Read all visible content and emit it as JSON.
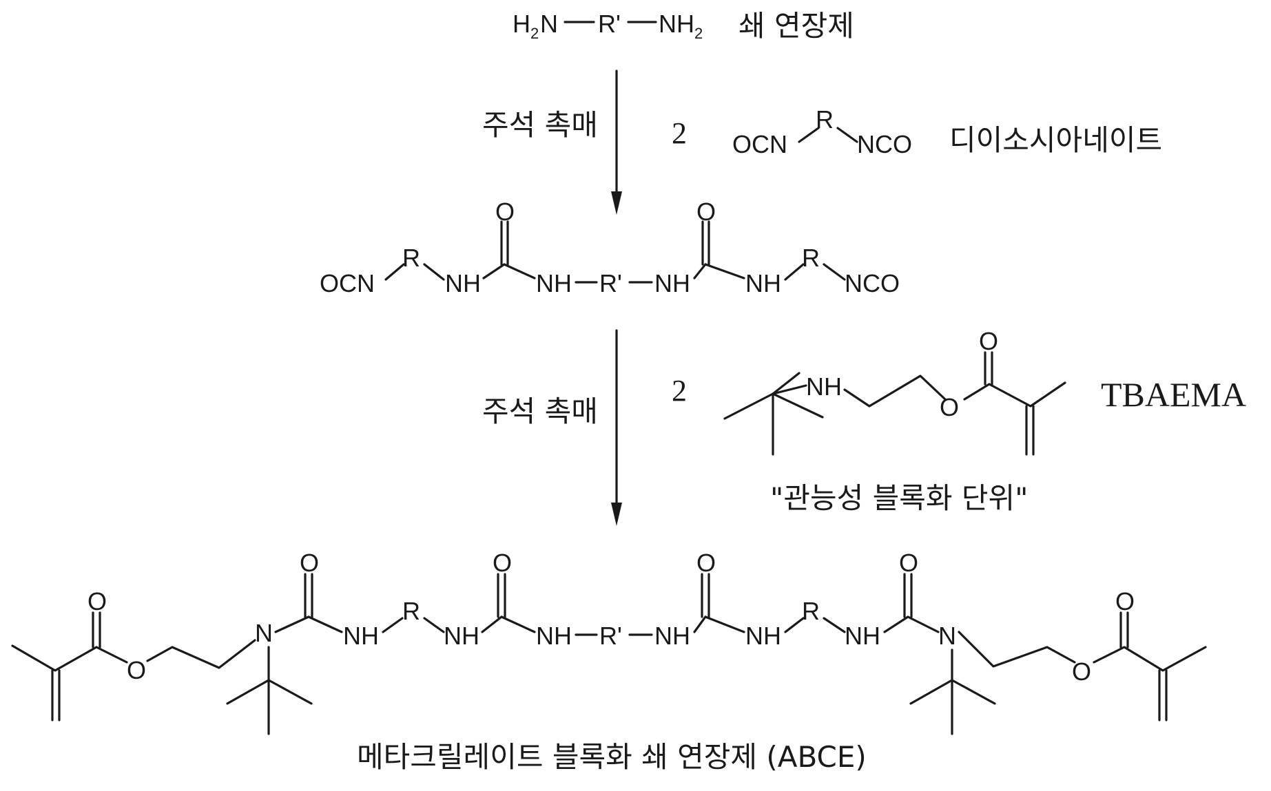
{
  "labels": {
    "chain_extender": "쇄 연장제",
    "catalyst_1": "주석 촉매",
    "catalyst_2": "주석 촉매",
    "diisocyanate": "디이소시아네이트",
    "stoich_1": "2",
    "stoich_2": "2",
    "tbaema": "TBAEMA",
    "blocking_unit": "\"관능성 블록화 단위\"",
    "product": "메타크릴레이트 블록화 쇄 연장제 (ABCE)"
  },
  "atoms": {
    "O": "O",
    "N": "N",
    "NH": "NH",
    "R": "R",
    "R_prime": "R'",
    "OCN": "OCN",
    "NCO": "NCO",
    "H": "H",
    "two": "2",
    "H2N_base": "N",
    "NH2_base": "NH"
  }
}
